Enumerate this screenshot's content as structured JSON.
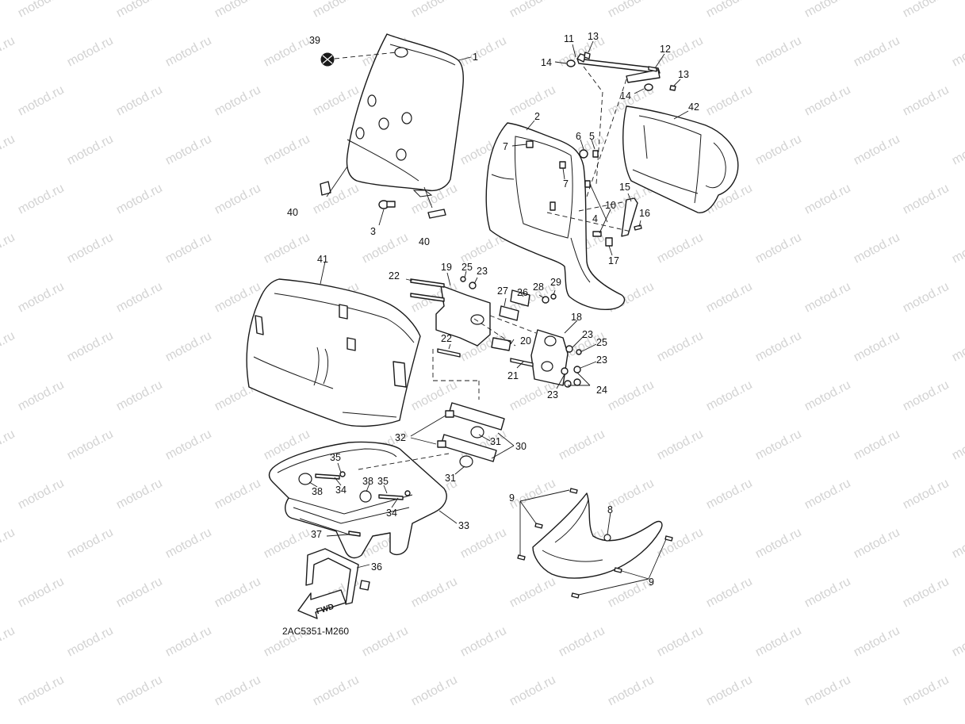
{
  "watermark": "motod.ru",
  "diagram_code": "2AC5351-M260",
  "fwd_label": "FWD",
  "callouts": [
    {
      "id": "c39",
      "text": "39"
    },
    {
      "id": "c1",
      "text": "1"
    },
    {
      "id": "c40a",
      "text": "40"
    },
    {
      "id": "c3",
      "text": "3"
    },
    {
      "id": "c40b",
      "text": "40"
    },
    {
      "id": "c11",
      "text": "11"
    },
    {
      "id": "c13a",
      "text": "13"
    },
    {
      "id": "c12",
      "text": "12"
    },
    {
      "id": "c14a",
      "text": "14"
    },
    {
      "id": "c13b",
      "text": "13"
    },
    {
      "id": "c14b",
      "text": "14"
    },
    {
      "id": "c42",
      "text": "42"
    },
    {
      "id": "c2",
      "text": "2"
    },
    {
      "id": "c7a",
      "text": "7"
    },
    {
      "id": "c6",
      "text": "6"
    },
    {
      "id": "c5",
      "text": "5"
    },
    {
      "id": "c7b",
      "text": "7"
    },
    {
      "id": "c15",
      "text": "15"
    },
    {
      "id": "c10",
      "text": "10"
    },
    {
      "id": "c16",
      "text": "16"
    },
    {
      "id": "c4",
      "text": "4"
    },
    {
      "id": "c17",
      "text": "17"
    },
    {
      "id": "c41",
      "text": "41"
    },
    {
      "id": "c19",
      "text": "19"
    },
    {
      "id": "c25a",
      "text": "25"
    },
    {
      "id": "c23a",
      "text": "23"
    },
    {
      "id": "c22a",
      "text": "22"
    },
    {
      "id": "c26",
      "text": "26"
    },
    {
      "id": "c28",
      "text": "28"
    },
    {
      "id": "c29",
      "text": "29"
    },
    {
      "id": "c27",
      "text": "27"
    },
    {
      "id": "c18",
      "text": "18"
    },
    {
      "id": "c22b",
      "text": "22"
    },
    {
      "id": "c20",
      "text": "20"
    },
    {
      "id": "c23b",
      "text": "23"
    },
    {
      "id": "c25b",
      "text": "25"
    },
    {
      "id": "c21",
      "text": "21"
    },
    {
      "id": "c23c",
      "text": "23"
    },
    {
      "id": "c23d",
      "text": "23"
    },
    {
      "id": "c24",
      "text": "24"
    },
    {
      "id": "c32",
      "text": "32"
    },
    {
      "id": "c31a",
      "text": "31"
    },
    {
      "id": "c30",
      "text": "30"
    },
    {
      "id": "c31b",
      "text": "31"
    },
    {
      "id": "c35a",
      "text": "35"
    },
    {
      "id": "c38a",
      "text": "38"
    },
    {
      "id": "c34a",
      "text": "34"
    },
    {
      "id": "c38b",
      "text": "38"
    },
    {
      "id": "c35b",
      "text": "35"
    },
    {
      "id": "c34b",
      "text": "34"
    },
    {
      "id": "c33",
      "text": "33"
    },
    {
      "id": "c37",
      "text": "37"
    },
    {
      "id": "c36",
      "text": "36"
    },
    {
      "id": "c9a",
      "text": "9"
    },
    {
      "id": "c8",
      "text": "8"
    },
    {
      "id": "c9b",
      "text": "9"
    }
  ]
}
